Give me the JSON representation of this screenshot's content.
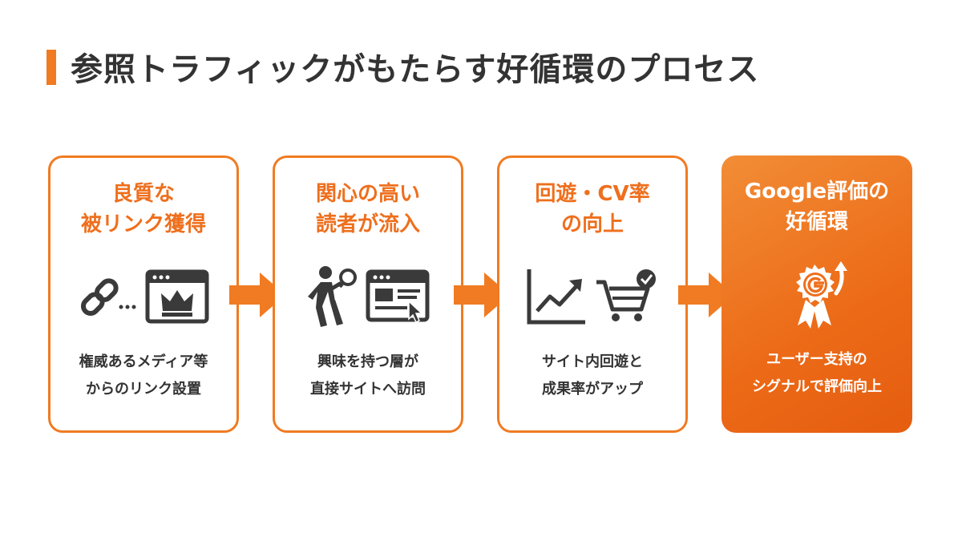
{
  "title": "参照トラフィックがもたらす好循環のプロセス",
  "colors": {
    "accent": "#f07b22",
    "text": "#333333",
    "icon": "#3a3a3a"
  },
  "steps": [
    {
      "title_lines": [
        "良質な",
        "被リンク獲得"
      ],
      "desc_lines": [
        "権威あるメディア等",
        "からのリンク設置"
      ],
      "icons": [
        "link-icon",
        "browser-crown-icon"
      ]
    },
    {
      "title_lines": [
        "関心の高い",
        "読者が流入"
      ],
      "desc_lines": [
        "興味を持つ層が",
        "直接サイトへ訪問"
      ],
      "icons": [
        "walking-person-icon",
        "browser-cursor-icon"
      ]
    },
    {
      "title_lines": [
        "回遊・CV率",
        "の向上"
      ],
      "desc_lines": [
        "サイト内回遊と",
        "成果率がアップ"
      ],
      "icons": [
        "growth-chart-icon",
        "shopping-cart-check-icon"
      ]
    },
    {
      "title_lines": [
        "Google評価の",
        "好循環"
      ],
      "desc_lines": [
        "ユーザー支持の",
        "シグナルで評価向上"
      ],
      "icons": [
        "google-award-badge-icon"
      ]
    }
  ]
}
